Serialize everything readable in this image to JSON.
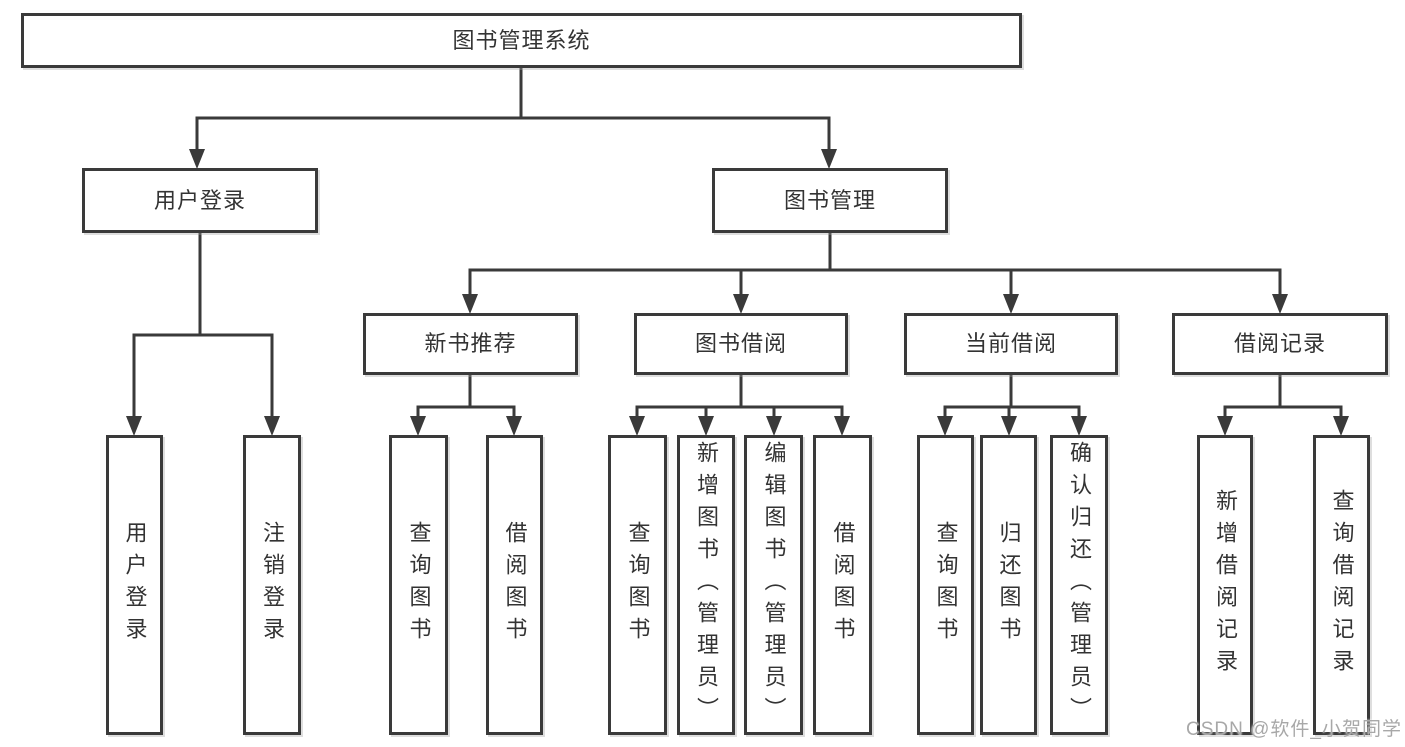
{
  "diagram_type": "hierarchy-tree",
  "colors": {
    "line": "#3a3a3a",
    "box_border": "#3a3a3a",
    "box_fill": "#ffffff",
    "text": "#333333",
    "background": "#ffffff",
    "watermark": "#a8a8a8"
  },
  "watermark": {
    "text": "CSDN @软件_小贺同学"
  },
  "tree": {
    "root": {
      "label": "图书管理系统",
      "children": [
        {
          "label": "用户登录",
          "children": [
            {
              "label": "用户登录"
            },
            {
              "label": "注销登录"
            }
          ]
        },
        {
          "label": "图书管理",
          "children": [
            {
              "label": "新书推荐",
              "children": [
                {
                  "label": "查询图书"
                },
                {
                  "label": "借阅图书"
                }
              ]
            },
            {
              "label": "图书借阅",
              "children": [
                {
                  "label": "查询图书"
                },
                {
                  "label": "新增图书（管理员）"
                },
                {
                  "label": "编辑图书（管理员）"
                },
                {
                  "label": "借阅图书"
                }
              ]
            },
            {
              "label": "当前借阅",
              "children": [
                {
                  "label": "查询图书"
                },
                {
                  "label": "归还图书"
                },
                {
                  "label": "确认归还（管理员）"
                }
              ]
            },
            {
              "label": "借阅记录",
              "children": [
                {
                  "label": "新增借阅记录"
                },
                {
                  "label": "查询借阅记录"
                }
              ]
            }
          ]
        }
      ]
    }
  }
}
